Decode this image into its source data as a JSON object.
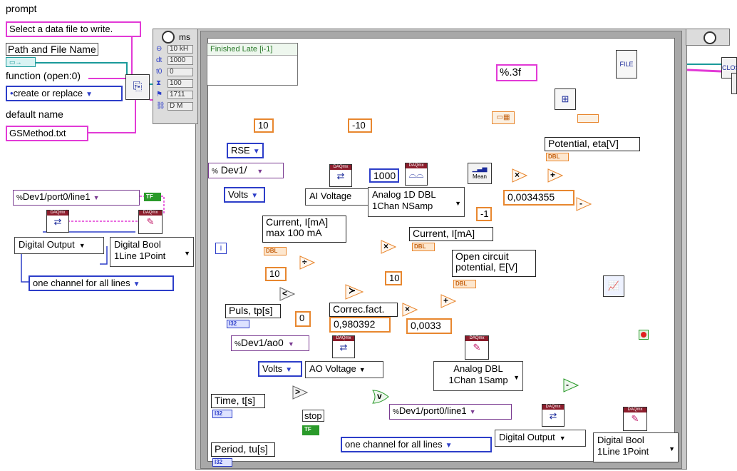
{
  "left_panel": {
    "prompt_label": "prompt",
    "prompt_value": "Select a data file to write.",
    "path_label": "Path and File Name",
    "function_label": "function (open:0)",
    "function_value": "create or replace",
    "default_name_label": "default name",
    "default_name_value": "GSMethod.txt",
    "dig_channel": "Dev1/port0/line1",
    "dig_output": "Digital Output",
    "dig_bool": [
      "Digital Bool",
      "1Line 1Point"
    ],
    "one_channel": "one channel for all lines"
  },
  "timed_loop": {
    "ms_label": "ms",
    "rows": [
      {
        "k": "⊖",
        "v": "10 kH"
      },
      {
        "k": "dt",
        "v": "1000"
      },
      {
        "k": "t0",
        "v": "0"
      },
      {
        "k": "⧗",
        "v": "100"
      },
      {
        "k": "⚑",
        "v": "1711"
      },
      {
        "k": "⛓",
        "v": "D M"
      }
    ],
    "finished_late": "Finished Late [i-1]"
  },
  "loop": {
    "format": "%.3f",
    "const_10": "10",
    "const_neg10": "-10",
    "rse": "RSE",
    "dev1": "Dev1/",
    "volts": "Volts",
    "ai_voltage": "AI Voltage",
    "samples": "1000",
    "analog_1d": [
      "Analog 1D DBL",
      "1Chan NSamp"
    ],
    "mean_label": "Mean",
    "potential_label": "Potential, eta[V]",
    "offset_value": "0,0034355",
    "neg1": "-1",
    "current_max_label": [
      "Current, I[mA]",
      "max 100 mA"
    ],
    "current_label": "Current, I[mA]",
    "ten_a": "10",
    "ten_b": "10",
    "zero": "0",
    "correc_label": "Correc.fact.",
    "correc_value": "0,980392",
    "small_value": "0,0033",
    "ocp_label": [
      "Open circuit",
      "potential, E[V]"
    ],
    "puls_label": "Puls, tp[s]",
    "dev1_ao0": "Dev1/ao0",
    "volts2": "Volts",
    "ao_voltage": "AO Voltage",
    "analog_dbl": [
      "Analog DBL",
      "1Chan 1Samp"
    ],
    "time_label": "Time, t[s]",
    "period_label": "Period, tu[s]",
    "stop_label": "stop",
    "dig_channel2": "Dev1/port0/line1",
    "dig_output2": "Digital Output",
    "dig_bool2": [
      "Digital Bool",
      "1Line 1Point"
    ],
    "one_channel2": "one channel for all lines",
    "iter_label": "i"
  },
  "terminals": {
    "dbl": "DBL",
    "i32": "I32",
    "tf": "TF"
  },
  "colors": {
    "dynamic": "#e23ad6",
    "numeric": "#e8872f",
    "enum": "#2d3ec9",
    "bool": "#2a9a2a",
    "frame": "#a8a8a8"
  }
}
